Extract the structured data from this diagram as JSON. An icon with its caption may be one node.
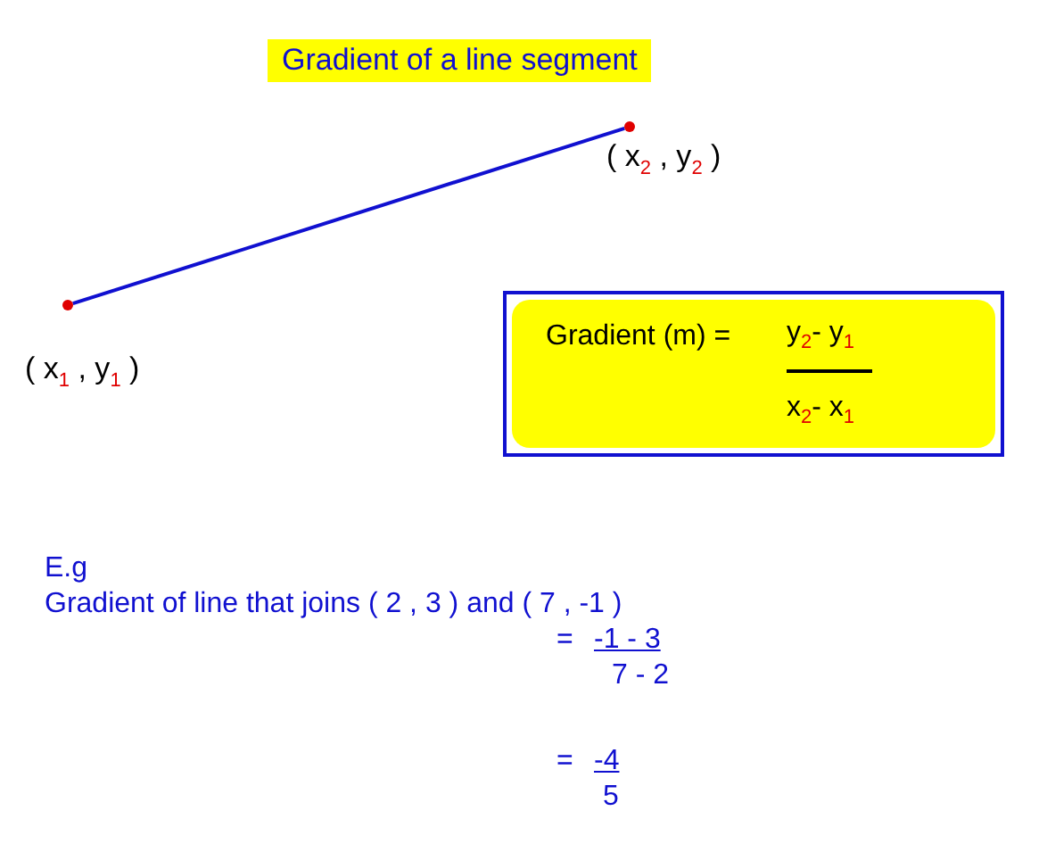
{
  "diagram": {
    "title": "Gradient of a line segment",
    "nodes": [
      {
        "text": [],
        "shape": "circle",
        "beside": [
          "( x$_{1}$ ,   y$_{1}$ )"
        ]
      },
      {
        "text": [],
        "shape": "circle",
        "beside": [
          "( x$_{2}$ ,   y$_{2}$ )"
        ]
      },
      {
        "text": [
          "Gradient (m) =",
          "y$_{2}$-   y$_{1}$",
          "x$_{2}$-   x$_{1}$"
        ]
      }
    ],
    "edges": [
      {
        "from": 0,
        "to": 1,
        "arrow": "none"
      }
    ],
    "labels": [
      "E.g",
      "Gradient of line that joins  ( 2 , 3 )  and  ( 7 , -1 )",
      "=",
      "-1  -  3",
      "7  -  2",
      "=",
      "-4",
      "5"
    ]
  }
}
